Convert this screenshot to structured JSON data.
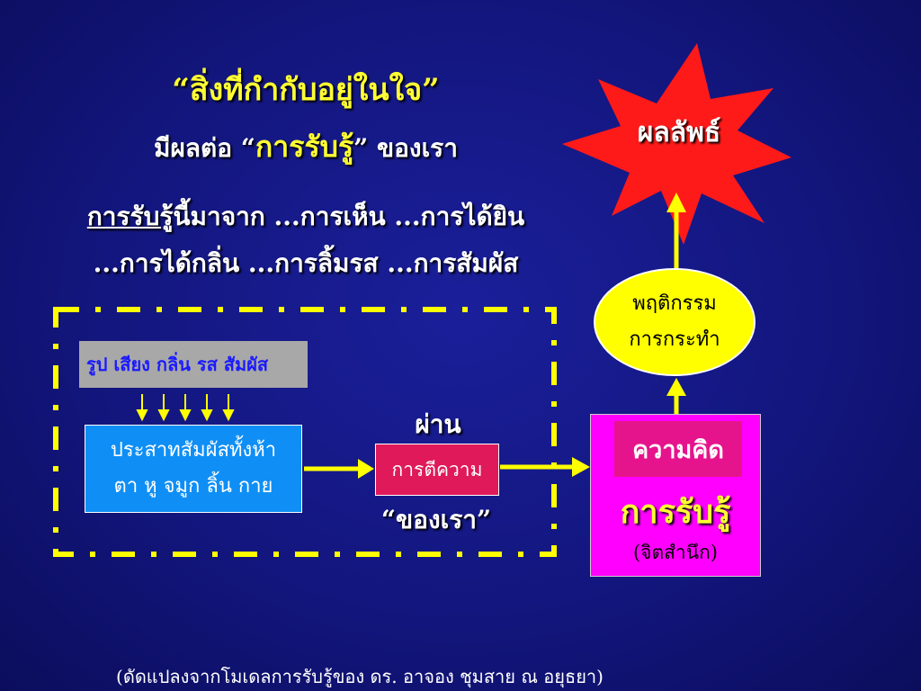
{
  "header": {
    "title": "“สิ่งที่กำกับอยู่ในใจ”",
    "subtitle_prefix": "มีผลต่อ “",
    "subtitle_highlight": "การรับรู้",
    "subtitle_suffix": "” ของเรา"
  },
  "sources": {
    "line1_underlined": "การรับรู้",
    "line1_rest": "นี้มาจาก ...การเห็น ...การได้ยิน",
    "line2": "...การได้กลิ่น ...การลิ้มรส ...การสัมผัส"
  },
  "diagram": {
    "senses": "รูป เสียง กลิ่น รส สัมผัส",
    "nerves_line1": "ประสาทสัมผัสทั้งห้า",
    "nerves_line2": "ตา หู จมูก ลิ้น กาย",
    "via": "ผ่าน",
    "interpretation": "การตีความ",
    "ours": "“ของเรา”",
    "thought": "ความคิด",
    "perception": "การรับรู้",
    "consciousness": "(จิตสำนึก)",
    "behavior_line1": "พฤติกรรม",
    "behavior_line2": "การกระทำ",
    "result": "ผลลัพธ์"
  },
  "footer": {
    "credit": "(ดัดแปลงจากโมเดลการรับรู้ของ ดร. อาจอง ชุมสาย ณ อยุธยา)"
  },
  "colors": {
    "background": "#13167e",
    "highlight_yellow": "#ffff33",
    "arrow_yellow": "#ffff00",
    "starburst_red": "#ff1a1a",
    "perception_magenta": "#ff00ff",
    "interpretation_pink": "#e0195a",
    "nerves_blue": "#0f8ff5"
  }
}
